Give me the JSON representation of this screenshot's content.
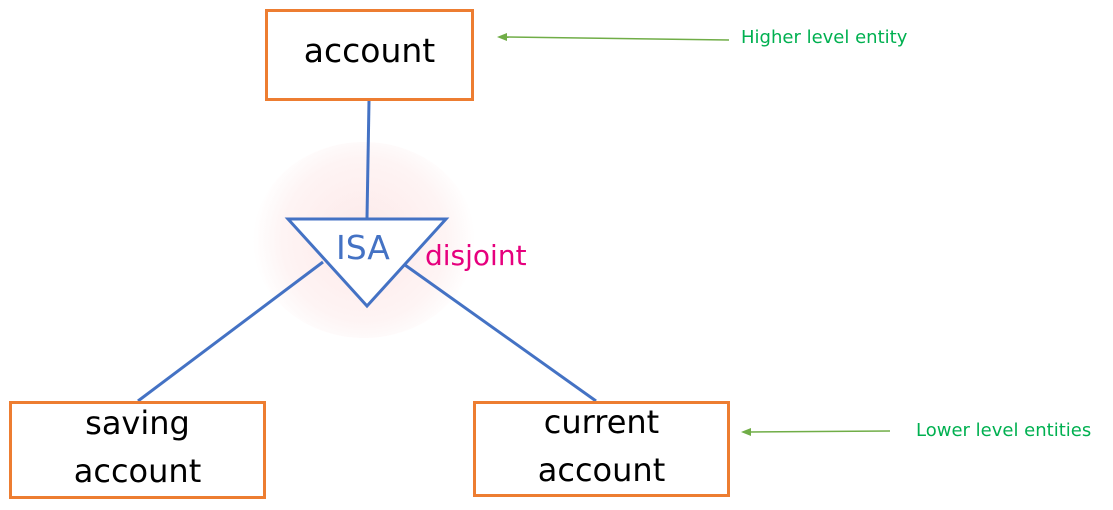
{
  "entities": {
    "higher": {
      "label": "account"
    },
    "lower_left": {
      "label": "saving\naccount"
    },
    "lower_right": {
      "label": "current\naccount"
    }
  },
  "relationship": {
    "label": "ISA",
    "constraint": "disjoint"
  },
  "annotations": {
    "higher": "Higher level entity",
    "lower": "Lower level entities"
  },
  "colors": {
    "entity_border": "#ed7d31",
    "connector": "#4472c4",
    "constraint_text": "#e6007e",
    "annotation": "#00b050",
    "arrow": "#70ad47"
  }
}
